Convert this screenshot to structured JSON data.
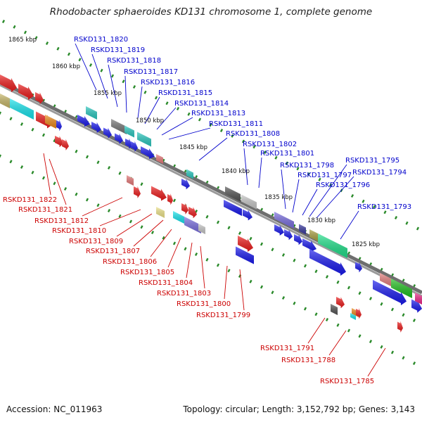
{
  "title": "Rhodobacter sphaeroides KD131 chromosome 1, complete genome",
  "footer": {
    "accession": "Accession: NC_011963",
    "topology": "Topology: circular; Length: 3,152,792 bp; Genes: 3,143"
  },
  "colors": {
    "backbone": "#8a8a8a",
    "tick": "#2a8a2a",
    "upper_label": "#0000cc",
    "lower_label": "#cc0000"
  },
  "ruler_upper": [
    "1865 kbp",
    "1860 kbp",
    "1855 kbp",
    "1850 kbp",
    "1845 kbp",
    "1840 kbp",
    "1835 kbp",
    "1830 kbp",
    "1825 kbp"
  ],
  "upper_labels": [
    "RSKD131_1820",
    "RSKD131_1819",
    "RSKD131_1818",
    "RSKD131_1817",
    "RSKD131_1816",
    "RSKD131_1815",
    "RSKD131_1814",
    "RSKD131_1813",
    "RSKD131_1811",
    "RSKD131_1808",
    "RSKD131_1802",
    "RSKD131_1801",
    "RSKD131_1798",
    "RSKD131_1797",
    "RSKD131_1796",
    "RSKD131_1795",
    "RSKD131_1794",
    "RSKD131_1793"
  ],
  "lower_labels": [
    "RSKD131_1822",
    "RSKD131_1821",
    "RSKD131_1812",
    "RSKD131_1810",
    "RSKD131_1809",
    "RSKD131_1807",
    "RSKD131_1806",
    "RSKD131_1805",
    "RSKD131_1804",
    "RSKD131_1803",
    "RSKD131_1800",
    "RSKD131_1799",
    "RSKD131_1791",
    "RSKD131_1788",
    "RSKD131_1785"
  ]
}
